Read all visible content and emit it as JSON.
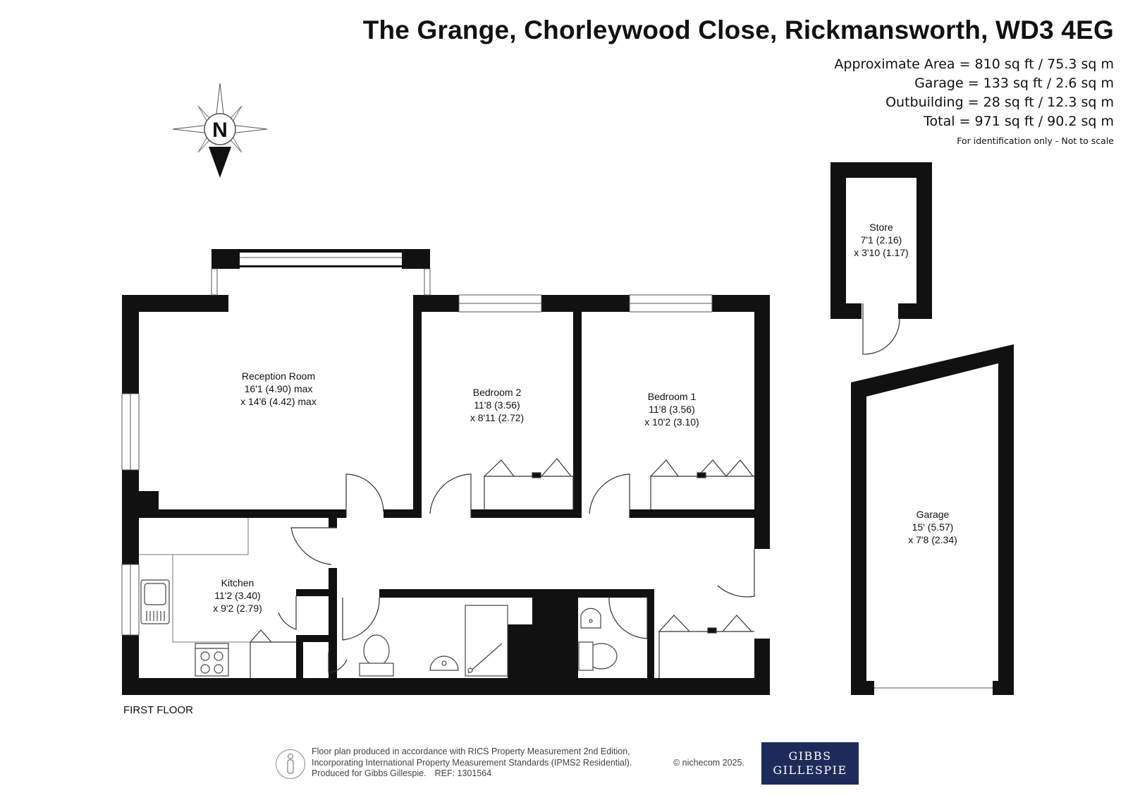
{
  "title": "The Grange, Chorleywood Close, Rickmansworth, WD3 4EG",
  "areas": {
    "approximate": "Approximate Area = 810 sq ft / 75.3 sq m",
    "garage": "Garage = 133 sq ft / 2.6 sq m",
    "outbuilding": "Outbuilding = 28 sq ft / 12.3 sq m",
    "total": "Total = 971 sq ft / 90.2 sq m",
    "note": "For identification only - Not to scale"
  },
  "compass": {
    "label": "N"
  },
  "rooms": {
    "reception": {
      "name": "Reception Room",
      "dim1": "16'1 (4.90) max",
      "dim2": "x 14'6 (4.42) max"
    },
    "bedroom2": {
      "name": "Bedroom 2",
      "dim1": "11'8 (3.56)",
      "dim2": "x 8'11 (2.72)"
    },
    "bedroom1": {
      "name": "Bedroom 1",
      "dim1": "11'8 (3.56)",
      "dim2": "x 10'2 (3.10)"
    },
    "kitchen": {
      "name": "Kitchen",
      "dim1": "11'2 (3.40)",
      "dim2": "x 9'2 (2.79)"
    },
    "store": {
      "name": "Store",
      "dim1": "7'1 (2.16)",
      "dim2": "x 3'10 (1.17)"
    },
    "garage": {
      "name": "Garage",
      "dim1": "15' (5.57)",
      "dim2": "x 7'8 (2.34)"
    }
  },
  "floor_label": "FIRST FLOOR",
  "footer": {
    "line1": "Floor plan produced in accordance with RICS Property Measurement 2nd Edition,",
    "line2": "Incorporating International Property Measurement Standards (IPMS2 Residential).",
    "line3": "Produced for Gibbs Gillespie.",
    "ref": "REF:  1301564",
    "copyright": "© nichecom 2025."
  },
  "brand": {
    "line1": "GIBBS",
    "line2": "GILLESPIE",
    "color": "#1e2b5a"
  }
}
